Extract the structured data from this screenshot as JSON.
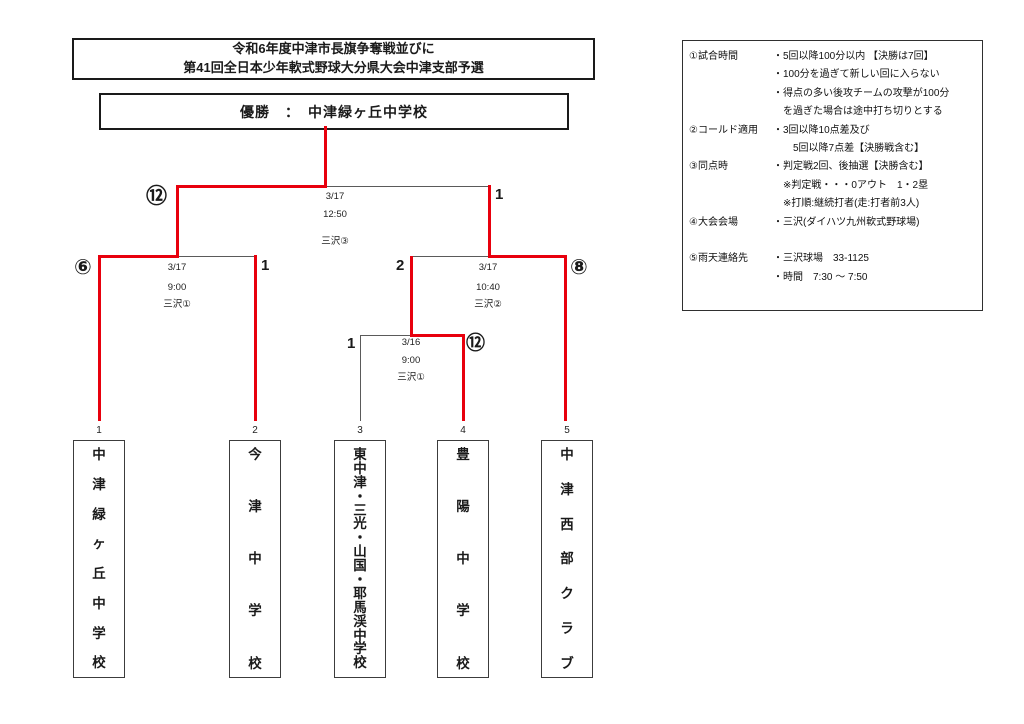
{
  "header": {
    "title_line1": "令和6年度中津市長旗争奪戦並びに",
    "title_line2": "第41回全日本少年軟式野球大分県大会中津支部予選",
    "champion_text": "優勝　：　中津緑ヶ丘中学校"
  },
  "teams": [
    {
      "seed": "1",
      "name": "中津緑ヶ丘中学校"
    },
    {
      "seed": "2",
      "name": "今津中学校"
    },
    {
      "seed": "3",
      "name": "東中津・三光・山国・耶馬渓中学校"
    },
    {
      "seed": "4",
      "name": "豊陽中学校"
    },
    {
      "seed": "5",
      "name": "中津西部クラブ"
    }
  ],
  "matches": {
    "final": {
      "date": "3/17",
      "time": "12:50",
      "venue": "三沢③",
      "score_left": "⑫",
      "score_right": "1"
    },
    "semi_left": {
      "date": "3/17",
      "time": "9:00",
      "venue": "三沢①",
      "score_left": "⑥",
      "score_right": "1"
    },
    "semi_right": {
      "date": "3/17",
      "time": "10:40",
      "venue": "三沢②",
      "score_left": "2",
      "score_right": "⑧"
    },
    "round1": {
      "date": "3/16",
      "time": "9:00",
      "venue": "三沢①",
      "score_left": "1",
      "score_right": "⑫"
    }
  },
  "rules": {
    "items": [
      {
        "label": "①試合時間",
        "lines": [
          "・5回以降100分以内 【決勝は7回】",
          "・100分を過ぎて新しい回に入らない",
          "・得点の多い後攻チームの攻撃が100分",
          "　を過ぎた場合は途中打ち切りとする"
        ]
      },
      {
        "label": "②コールド適用",
        "lines": [
          "・3回以降10点差及び",
          "　　5回以降7点差【決勝戦含む】"
        ]
      },
      {
        "label": "③同点時",
        "lines": [
          "・判定戦2回、後抽選【決勝含む】",
          "　※判定戦・・・0アウト　1・2塁",
          "　※打順:継続打者(走:打者前3人)"
        ]
      },
      {
        "label": "④大会会場",
        "lines": [
          "・三沢(ダイハツ九州軟式野球場)",
          ""
        ]
      },
      {
        "label": "⑤雨天連絡先",
        "lines": [
          "・三沢球場　33-1125",
          "・時間　7:30 ～ 7:50"
        ]
      }
    ]
  },
  "colors": {
    "winner_path": "#e8000d",
    "bracket_line": "#5a5a5a"
  }
}
